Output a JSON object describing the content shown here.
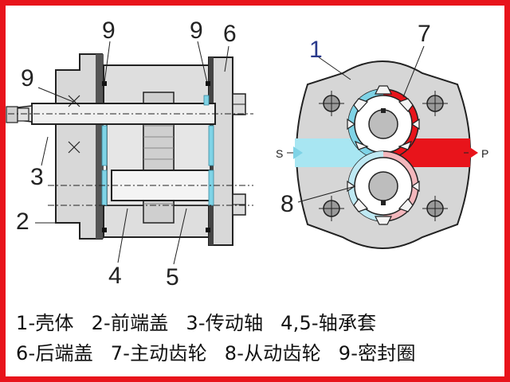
{
  "colors": {
    "frame": "#e8141b",
    "body_gray": "#dcdcdc",
    "shaft_gray": "#eeeeee",
    "seal_cyan": "#7fd3e6",
    "suction_cyan": "#a8e6f2",
    "pressure_red": "#e8141b",
    "title_blue": "#2a3a8c"
  },
  "callouts": {
    "left": {
      "c9a": "9",
      "c9b": "9",
      "c6": "6",
      "c9c": "9",
      "c3": "3",
      "c2": "2",
      "c4": "4",
      "c5": "5"
    },
    "right": {
      "c1": "1",
      "c7": "7",
      "c8": "8",
      "s": "S",
      "p": "P"
    }
  },
  "legend": {
    "line1": [
      "1-壳体",
      "2-前端盖",
      "3-传动轴",
      "4,5-轴承套"
    ],
    "line2": [
      "6-后端盖",
      "7-主动齿轮",
      "8-从动齿轮",
      "9-密封圈"
    ]
  }
}
